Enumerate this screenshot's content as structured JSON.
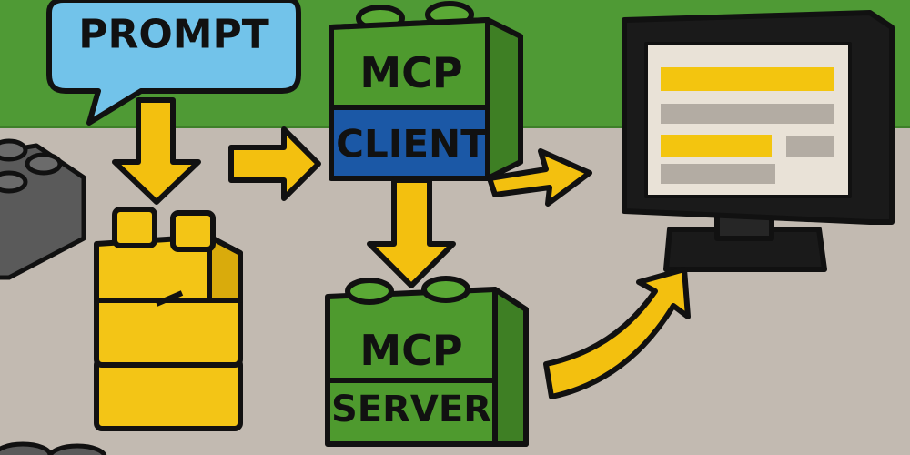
{
  "labels": {
    "prompt": "PROMPT",
    "client_top": "MCP",
    "client_bottom": "CLIENT",
    "server_top": "MCP",
    "server_bottom": "SERVER"
  },
  "colors": {
    "wall": "#4f9a35",
    "floor": "#c2bab1",
    "outline": "#111111",
    "bubble": "#72c3ea",
    "yellow_brick": "#f3c516",
    "green_brick": "#4e9a2e",
    "blue_band": "#1b58a6",
    "arrow": "#f3c00f",
    "gray_brick": "#5a5a5a",
    "monitor": "#1a1a1a",
    "screen": "#e9e2d7",
    "screen_bar_yellow": "#f3c50f",
    "screen_bar_gray": "#b3aca3"
  }
}
